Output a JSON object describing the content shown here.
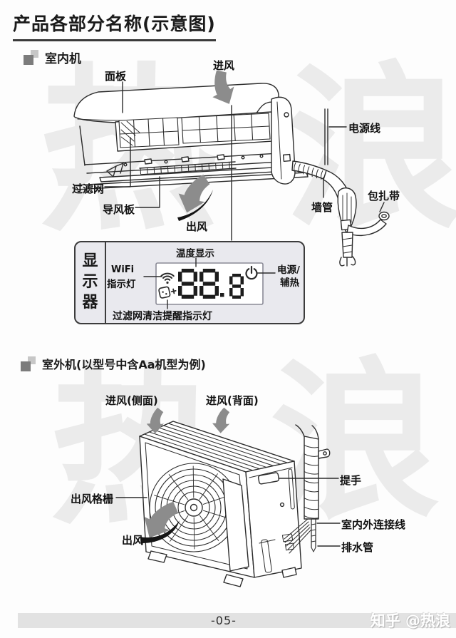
{
  "title": "产品各部分名称(示意图)",
  "indoor": {
    "section_title": "室内机",
    "labels": {
      "panel": "面板",
      "air_inlet": "进风",
      "filter": "过滤网",
      "deflector": "导风板",
      "air_outlet": "出风",
      "power_cord": "电源线",
      "wall_pipe": "墙管",
      "binding_tape": "包扎带"
    }
  },
  "display_panel": {
    "name": "显示器",
    "temperature_label": "温度显示",
    "wifi_line1": "WiFi",
    "wifi_line2": "指示灯",
    "power_line1": "电源/",
    "power_line2": "辅热",
    "filter_reminder": "过滤网清洁提醒指示灯",
    "value": "88.8"
  },
  "outdoor": {
    "section_title": "室外机(以型号中含Aa机型为例)",
    "labels": {
      "air_inlet_side": "进风(侧面)",
      "air_inlet_back": "进风(背面)",
      "outlet_grille": "出风格栅",
      "air_outlet": "出风",
      "handle": "提手",
      "connection_wire": "室内外连接线",
      "drain_pipe": "排水管"
    }
  },
  "footer": {
    "page_number": "-05-",
    "credit": "知乎 @热浪"
  },
  "watermark": {
    "char1": "热",
    "char2": "浪"
  }
}
